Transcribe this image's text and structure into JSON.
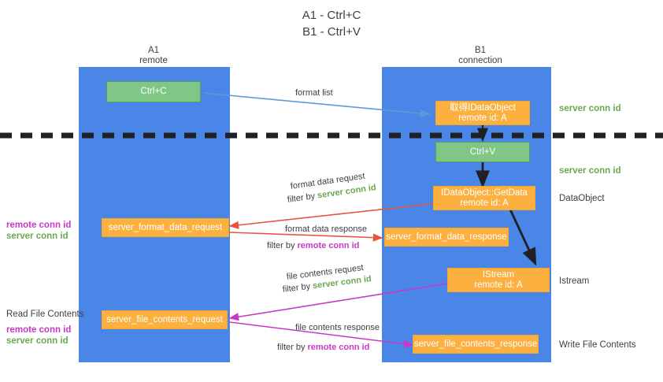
{
  "title": "A1 - Ctrl+C\nB1 - Ctrl+V",
  "columns": [
    {
      "name": "A1",
      "sub": "remote",
      "header": "A1\nremote"
    },
    {
      "name": "B1",
      "sub": "connection",
      "header": "B1\nconnection"
    }
  ],
  "nodes": {
    "ctrl_c": "Ctrl+C",
    "data_object_top": "取得IDataObject\nremote id: A",
    "ctrl_v": "Ctrl+V",
    "get_data": "IDataObject::GetData\nremote id: A",
    "server_format_data_request": "server_format_data_request",
    "server_format_data_response": "server_format_data_response",
    "istream": "IStream\nremote id: A",
    "server_file_contents_request": "server_file_contents_request",
    "server_file_contents_response": "server_file_contents_response"
  },
  "edge_labels": {
    "format_list": "format list",
    "format_data_request": "format data request",
    "format_data_request_filter_prefix": "filter by ",
    "format_data_request_filter_value": "server conn id",
    "format_data_response": "format data response",
    "format_data_response_filter_prefix": "filter by ",
    "format_data_response_filter_value": "remote conn id",
    "file_contents_request": "file contents request",
    "file_contents_request_filter_prefix": "filter by ",
    "file_contents_request_filter_value": "server conn id",
    "file_contents_response": "file contents response",
    "file_contents_response_filter_prefix": "filter by ",
    "file_contents_response_filter_value": "remote conn id"
  },
  "right_labels": {
    "server_conn_id_top": "server conn id",
    "server_conn_id_mid": "server conn id",
    "data_object": "DataObject",
    "istream": "Istream",
    "write_file_contents": "Write File Contents"
  },
  "left_labels": {
    "conn_pair_top_remote": "remote conn id",
    "conn_pair_top_server": "server conn id",
    "read_file_contents": "Read File Contents",
    "conn_pair_bottom_remote": "remote conn id",
    "conn_pair_bottom_server": "server conn id"
  },
  "colors": {
    "lane": "#4a86e8",
    "green_node": "#80c684",
    "orange_node": "#fbb040",
    "server_conn_id": "#6aa84f",
    "remote_conn_id": "#c738c7",
    "divider": "#202124",
    "arrow_blue": "#5b9bd5",
    "arrow_red": "#e8553e",
    "arrow_magenta": "#c738c7",
    "arrow_dark": "#202124"
  }
}
